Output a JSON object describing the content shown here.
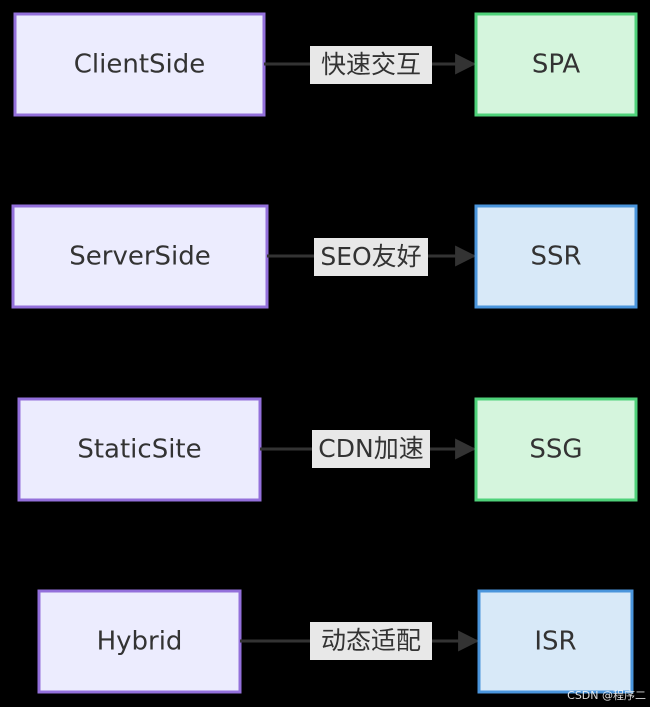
{
  "rows": [
    {
      "source": {
        "label": "ClientSide"
      },
      "edge": {
        "label": "快速交互"
      },
      "target": {
        "label": "SPA",
        "fill": "#d5f5dd",
        "stroke": "#4fd27a"
      }
    },
    {
      "source": {
        "label": "ServerSide"
      },
      "edge": {
        "label": "SEO友好"
      },
      "target": {
        "label": "SSR",
        "fill": "#d8e9f8",
        "stroke": "#4a95dc"
      }
    },
    {
      "source": {
        "label": "StaticSite"
      },
      "edge": {
        "label": "CDN加速"
      },
      "target": {
        "label": "SSG",
        "fill": "#d5f5dd",
        "stroke": "#4fd27a"
      }
    },
    {
      "source": {
        "label": "Hybrid"
      },
      "edge": {
        "label": "动态适配"
      },
      "target": {
        "label": "ISR",
        "fill": "#d8e9f8",
        "stroke": "#4a95dc"
      }
    }
  ],
  "colors": {
    "background": "#000000",
    "source_fill": "#ececfe",
    "source_stroke": "#9370db",
    "edge_line": "#333333",
    "edge_label_bg": "#e8e8e8",
    "text": "#333333"
  },
  "watermark": "CSDN @程序二"
}
